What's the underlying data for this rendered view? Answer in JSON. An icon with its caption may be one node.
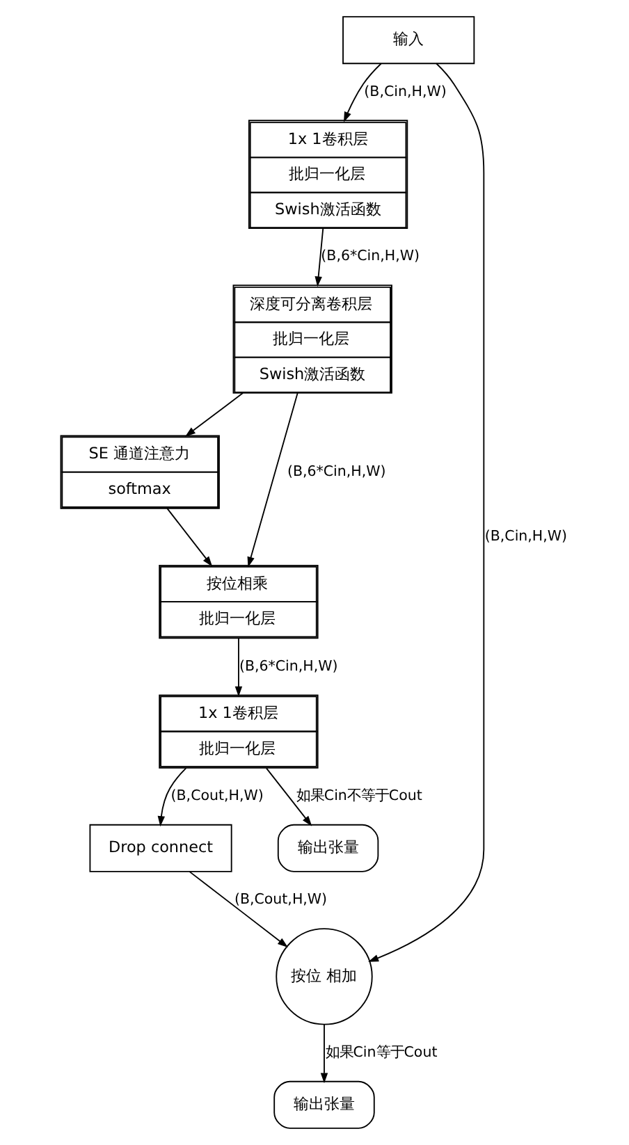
{
  "diagram": {
    "nodes": [
      {
        "text": [
          "输入"
        ]
      },
      {
        "text": [
          "1x 1卷积层",
          "批归一化层",
          "Swish激活函数"
        ]
      },
      {
        "text": [
          "深度可分离卷积层",
          "批归一化层",
          "Swish激活函数"
        ]
      },
      {
        "text": [
          "SE 通道注意力",
          "softmax"
        ]
      },
      {
        "text": [
          "按位相乘",
          "批归一化层"
        ]
      },
      {
        "text": [
          "1x 1卷积层",
          "批归一化层"
        ]
      },
      {
        "text": [
          "Drop connect"
        ]
      },
      {
        "text": [
          "输出张量"
        ]
      },
      {
        "text": [
          "按位 相加"
        ]
      },
      {
        "text": [
          "输出张量"
        ]
      }
    ],
    "edges": [
      {
        "from": 0,
        "to": 1,
        "arrow": "to",
        "label": "(B,Cin,H,W)"
      },
      {
        "from": 1,
        "to": 2,
        "arrow": "to",
        "label": "(B,6*Cin,H,W)"
      },
      {
        "from": 2,
        "to": 3,
        "arrow": "to"
      },
      {
        "from": 2,
        "to": 4,
        "arrow": "to",
        "label": "(B,6*Cin,H,W)"
      },
      {
        "from": 3,
        "to": 4,
        "arrow": "to"
      },
      {
        "from": 4,
        "to": 5,
        "arrow": "to",
        "label": "(B,6*Cin,H,W)"
      },
      {
        "from": 5,
        "to": 7,
        "arrow": "to",
        "label": "如果Cin不等于Cout"
      },
      {
        "from": 5,
        "to": 6,
        "arrow": "to",
        "label": "(B,Cout,H,W)"
      },
      {
        "from": 6,
        "to": 8,
        "arrow": "to",
        "label": "(B,Cout,H,W)"
      },
      {
        "from": 0,
        "to": 8,
        "arrow": "to",
        "label": "(B,Cin,H,W)"
      },
      {
        "from": 8,
        "to": 9,
        "arrow": "to",
        "label": "如果Cin等于Cout"
      }
    ]
  }
}
